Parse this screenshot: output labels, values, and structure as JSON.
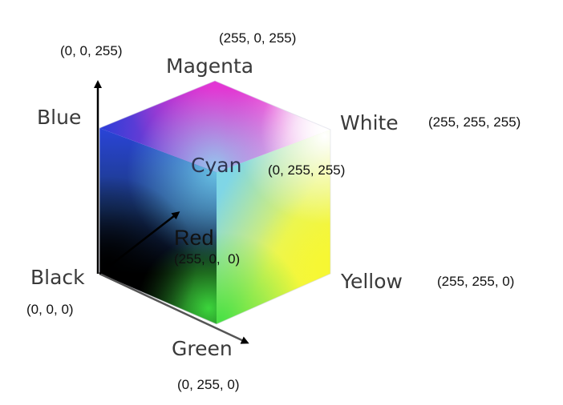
{
  "diagram": {
    "vertices": [
      {
        "name": "Black",
        "coords": "(0, 0, 0)"
      },
      {
        "name": "Blue",
        "coords": "(0, 0, 255)"
      },
      {
        "name": "Magenta",
        "coords": "(255, 0, 255)"
      },
      {
        "name": "White",
        "coords": "(255, 255, 255)"
      },
      {
        "name": "Cyan",
        "coords": "(0, 255, 255)"
      },
      {
        "name": "Red",
        "coords": "(255, 0,  0)"
      },
      {
        "name": "Yellow",
        "coords": "(255, 255, 0)"
      },
      {
        "name": "Green",
        "coords": "(0, 255, 0)"
      }
    ],
    "colors": {
      "black": "#000000",
      "blue": "#2c3cd8",
      "magenta": "#e23ad6",
      "white": "#ffffff",
      "cyan": "#6fd8ea",
      "yellow": "#f4f742",
      "green": "#3ce03c",
      "axis": "#000000"
    }
  }
}
